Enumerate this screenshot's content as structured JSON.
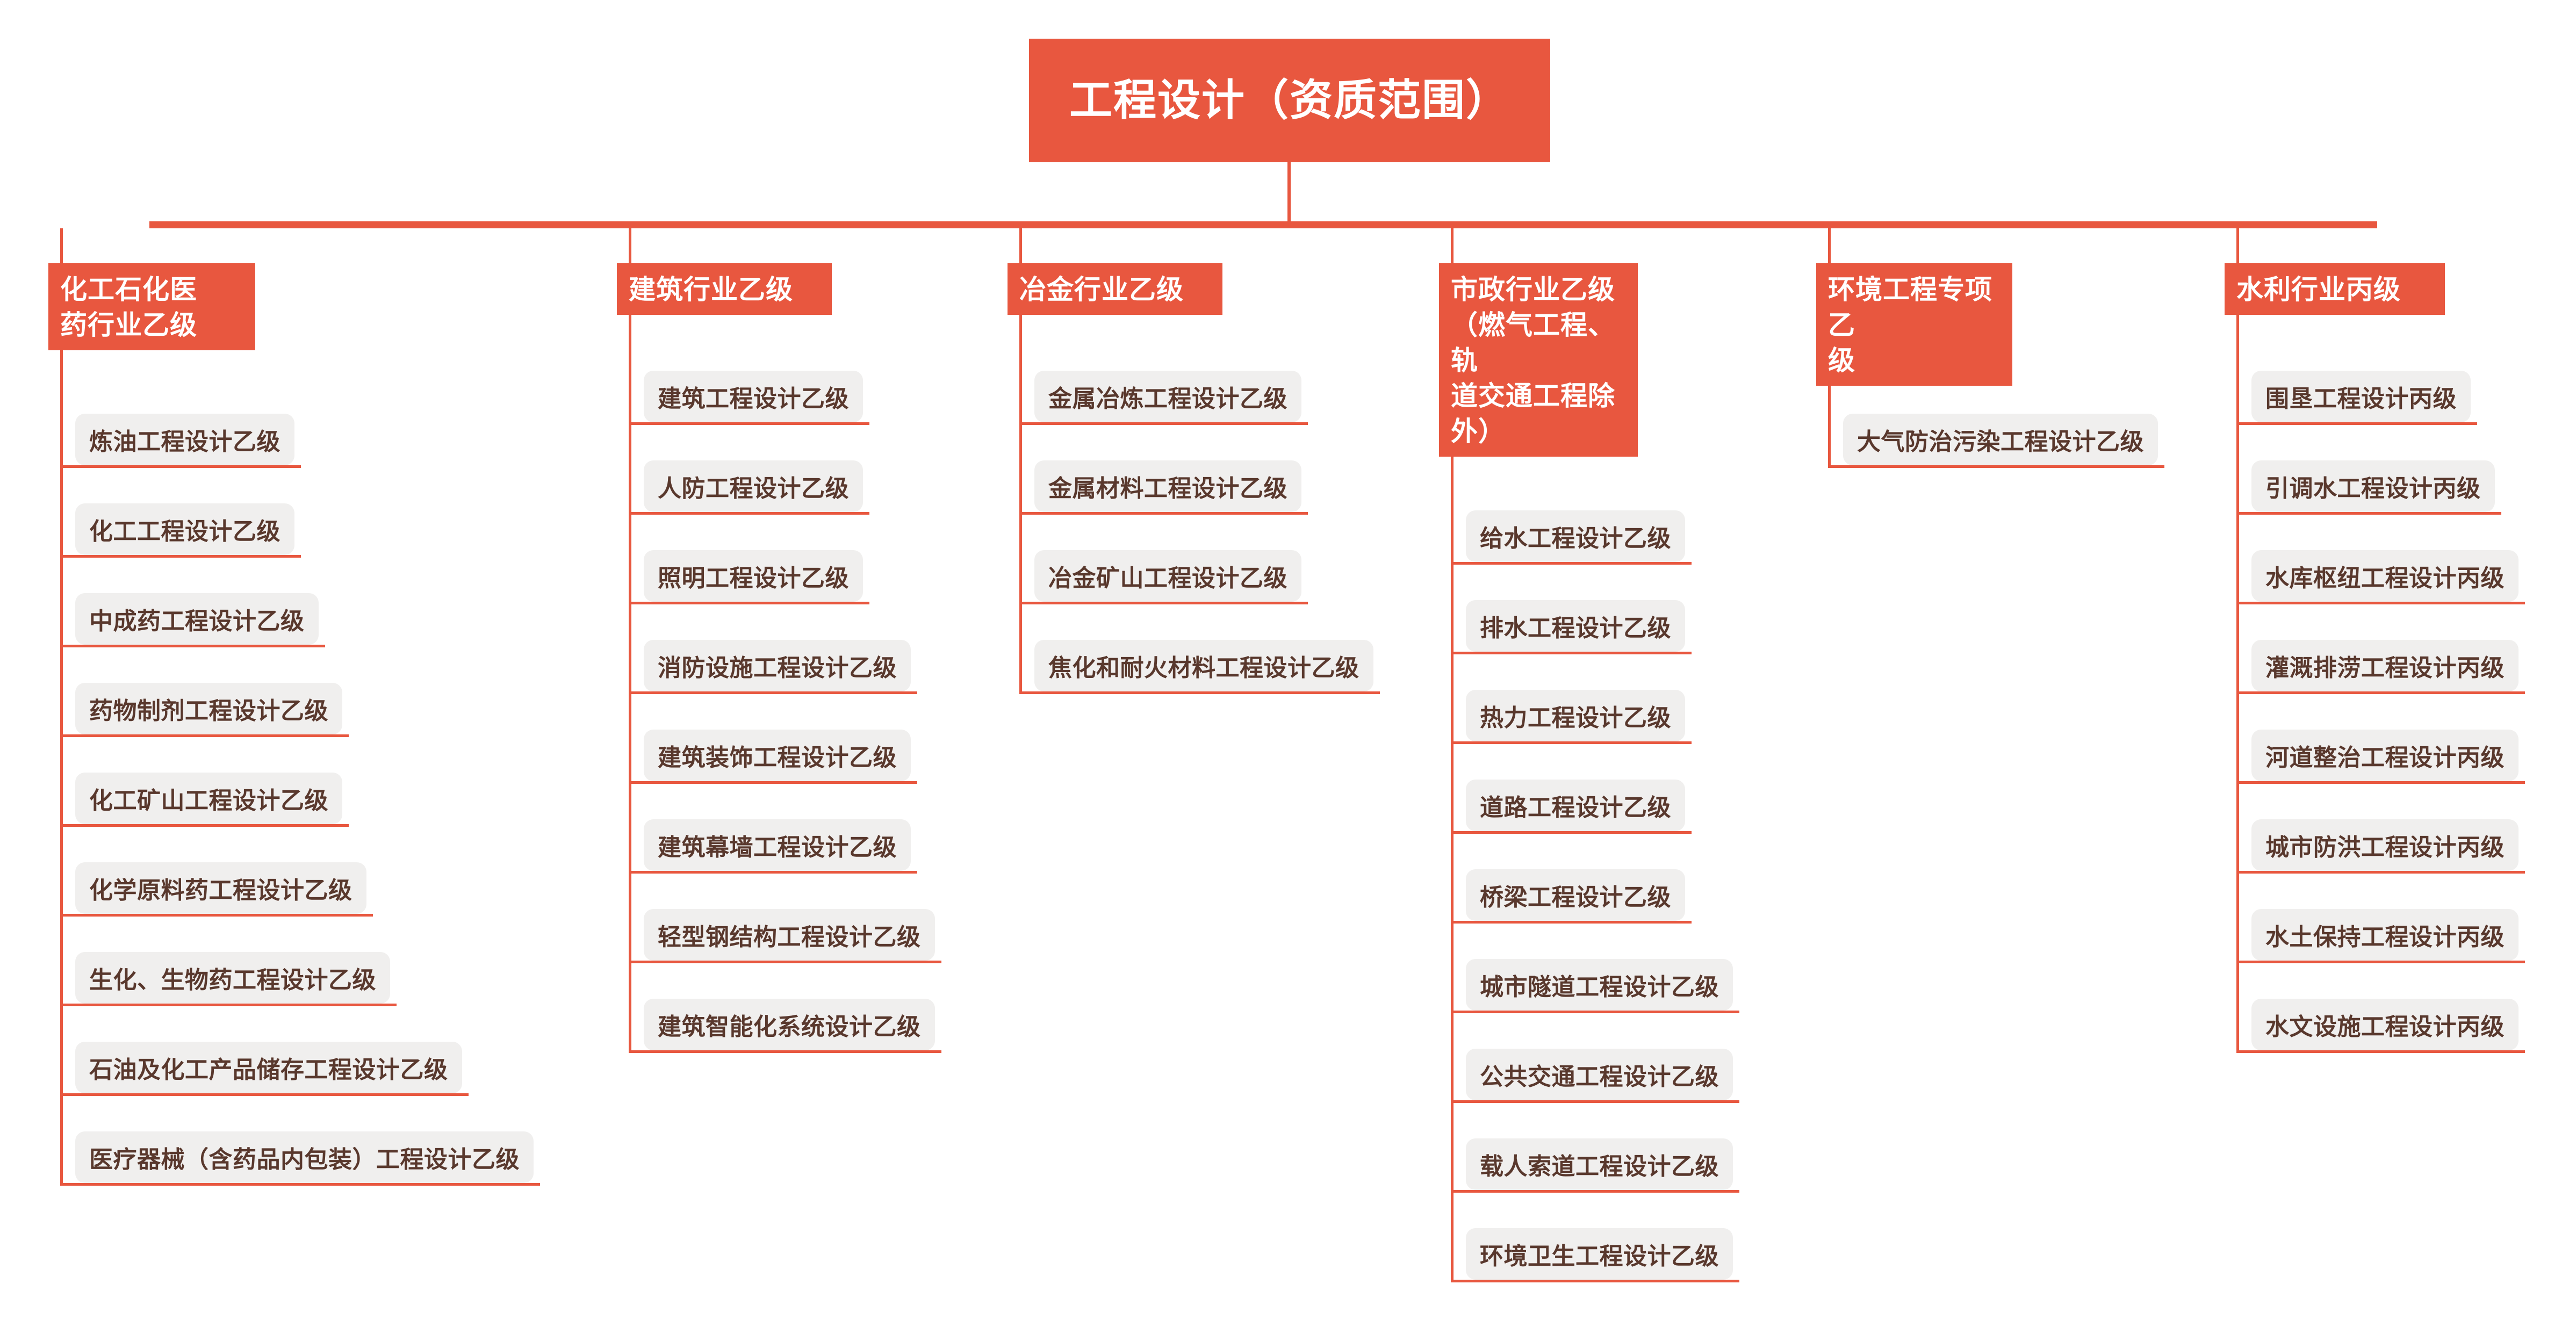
{
  "theme": {
    "accent": "#e8573f",
    "leaf_bg": "#f0efee",
    "leaf_text": "#59382d",
    "page_bg": "#ffffff"
  },
  "root": {
    "title": "工程设计（资质范围）"
  },
  "chart_data": {
    "type": "tree",
    "title": "工程设计（资质范围）",
    "orientation": "top-down",
    "levels": 2,
    "branch_count": 6,
    "leaf_count": 41
  },
  "columns": [
    {
      "id": "col-chemical",
      "header": "化工石化医药行业乙级",
      "header_lines": [
        "化工石化医",
        "药行业乙级"
      ],
      "items": [
        "炼油工程设计乙级",
        "化工工程设计乙级",
        "中成药工程设计乙级",
        "药物制剂工程设计乙级",
        "化工矿山工程设计乙级",
        "化学原料药工程设计乙级",
        "生化、生物药工程设计乙级",
        "石油及化工产品储存工程设计乙级",
        "医疗器械（含药品内包装）工程设计乙级"
      ]
    },
    {
      "id": "col-building",
      "header": "建筑行业乙级",
      "header_lines": [
        "建筑行业乙级"
      ],
      "items": [
        "建筑工程设计乙级",
        "人防工程设计乙级",
        "照明工程设计乙级",
        "消防设施工程设计乙级",
        "建筑装饰工程设计乙级",
        "建筑幕墙工程设计乙级",
        "轻型钢结构工程设计乙级",
        "建筑智能化系统设计乙级"
      ]
    },
    {
      "id": "col-metallurgy",
      "header": "冶金行业乙级",
      "header_lines": [
        "冶金行业乙级"
      ],
      "items": [
        "金属冶炼工程设计乙级",
        "金属材料工程设计乙级",
        "冶金矿山工程设计乙级",
        "焦化和耐火材料工程设计乙级"
      ]
    },
    {
      "id": "col-municipal",
      "header": "市政行业乙级（燃气工程、轨道交通工程除外）",
      "header_lines": [
        "市政行业乙级",
        "（燃气工程、轨",
        "道交通工程除",
        "外）"
      ],
      "items": [
        "给水工程设计乙级",
        "排水工程设计乙级",
        "热力工程设计乙级",
        "道路工程设计乙级",
        "桥梁工程设计乙级",
        "城市隧道工程设计乙级",
        "公共交通工程设计乙级",
        "载人索道工程设计乙级",
        "环境卫生工程设计乙级"
      ]
    },
    {
      "id": "col-environment",
      "header": "环境工程专项乙级",
      "header_lines": [
        "环境工程专项乙",
        "级"
      ],
      "items": [
        "大气防治污染工程设计乙级"
      ]
    },
    {
      "id": "col-water",
      "header": "水利行业丙级",
      "header_lines": [
        "水利行业丙级"
      ],
      "items": [
        "围垦工程设计丙级",
        "引调水工程设计丙级",
        "水库枢纽工程设计丙级",
        "灌溉排涝工程设计丙级",
        "河道整治工程设计丙级",
        "城市防洪工程设计丙级",
        "水土保持工程设计丙级",
        "水文设施工程设计丙级"
      ]
    }
  ]
}
